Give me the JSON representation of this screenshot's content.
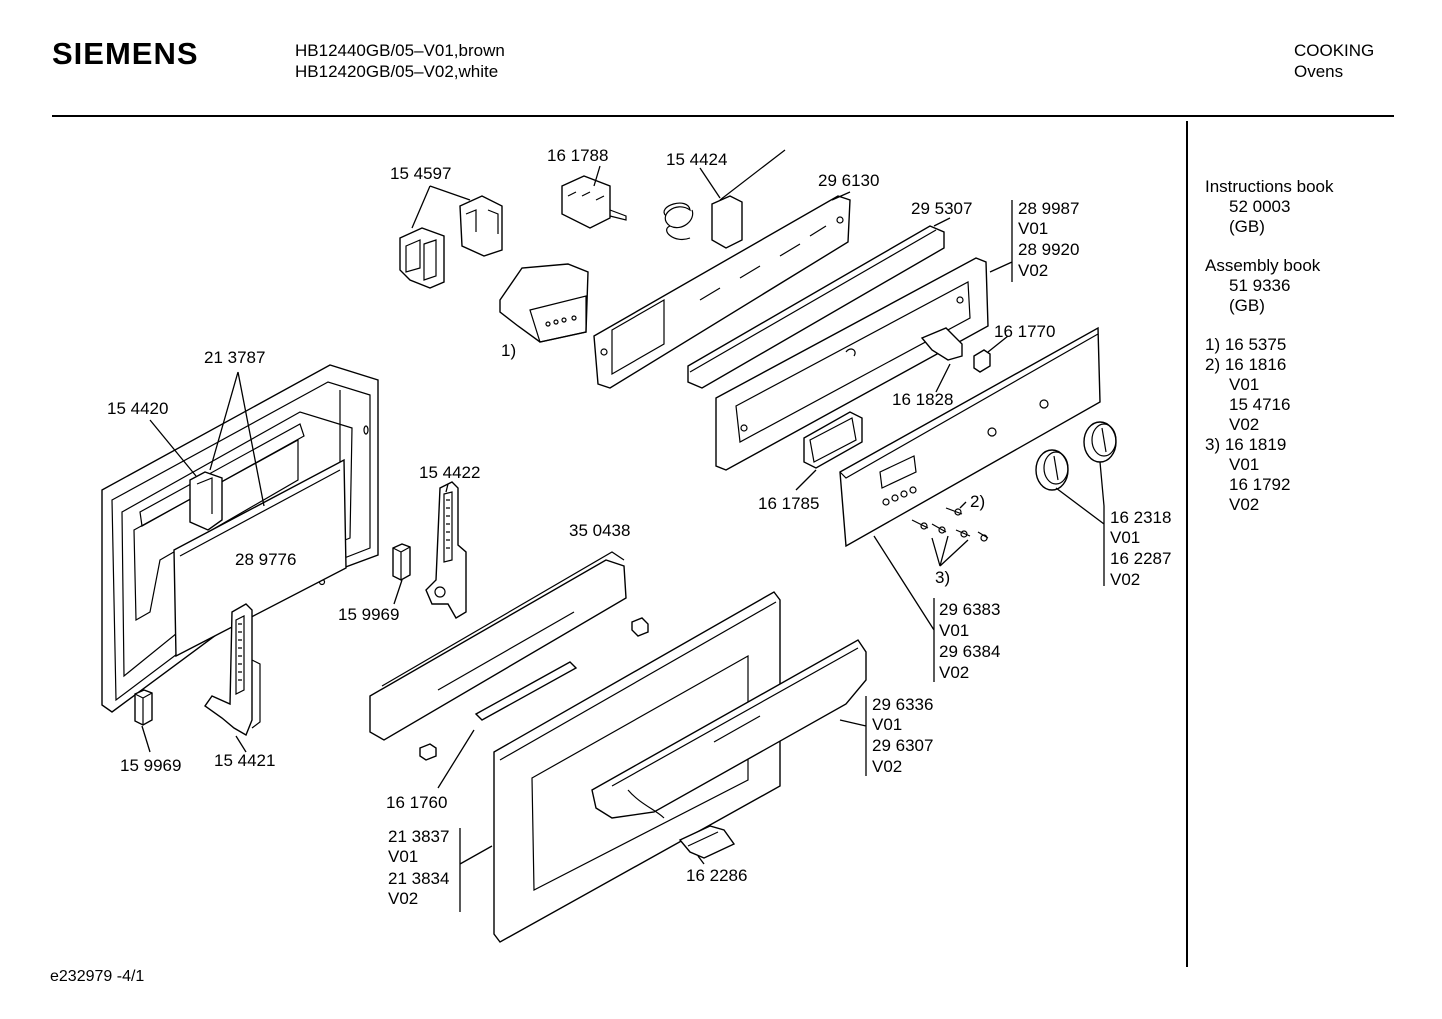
{
  "header": {
    "brand": "SIEMENS",
    "model_line1": "HB12440GB/05–V01,brown",
    "model_line2": "HB12420GB/05–V02,white",
    "category": "COOKING",
    "subcategory": "Ovens"
  },
  "sidebar": {
    "instructions_label": "Instructions book",
    "instructions_number": "52 0003",
    "instructions_lang": "(GB)",
    "assembly_label": "Assembly book",
    "assembly_number": "51 9336",
    "assembly_lang": "(GB)",
    "n1": "1)  16 5375",
    "n2": "2)  16 1816",
    "n2_v01": "V01",
    "n2_alt": "15 4716",
    "n2_v02": "V02",
    "n3": "3)  16 1819",
    "n3_v01": "V01",
    "n3_alt": "16 1792",
    "n3_v02": "V02"
  },
  "labels": {
    "p154597": "15 4597",
    "p161788": "16 1788",
    "p154424": "15 4424",
    "p296130": "29 6130",
    "p295307": "29 5307",
    "p289987": "28 9987",
    "v01a": "V01",
    "p289920": "28 9920",
    "v02a": "V02",
    "note1": "1)",
    "p161770": "16 1770",
    "p213787": "21 3787",
    "p154420": "15 4420",
    "p161828": "16 1828",
    "p161785": "16 1785",
    "p154422": "15 4422",
    "note2": "2)",
    "p162318": "16 2318",
    "v01b": "V01",
    "p162287": "16 2287",
    "v02b": "V02",
    "p289776": "28 9776",
    "p350438": "35 0438",
    "note3": "3)",
    "p159969a": "15 9969",
    "p296383": "29 6383",
    "v01c": "V01",
    "p296384": "29 6384",
    "v02c": "V02",
    "p296336": "29 6336",
    "v01d": "V01",
    "p296307": "29 6307",
    "v02d": "V02",
    "p159969b": "15 9969",
    "p154421": "15 4421",
    "p161760": "16 1760",
    "p213837": "21 3837",
    "v01e": "V01",
    "p213834": "21 3834",
    "v02e": "V02",
    "p162286": "16 2286"
  },
  "footer": {
    "code": "e232979    -4/1"
  }
}
